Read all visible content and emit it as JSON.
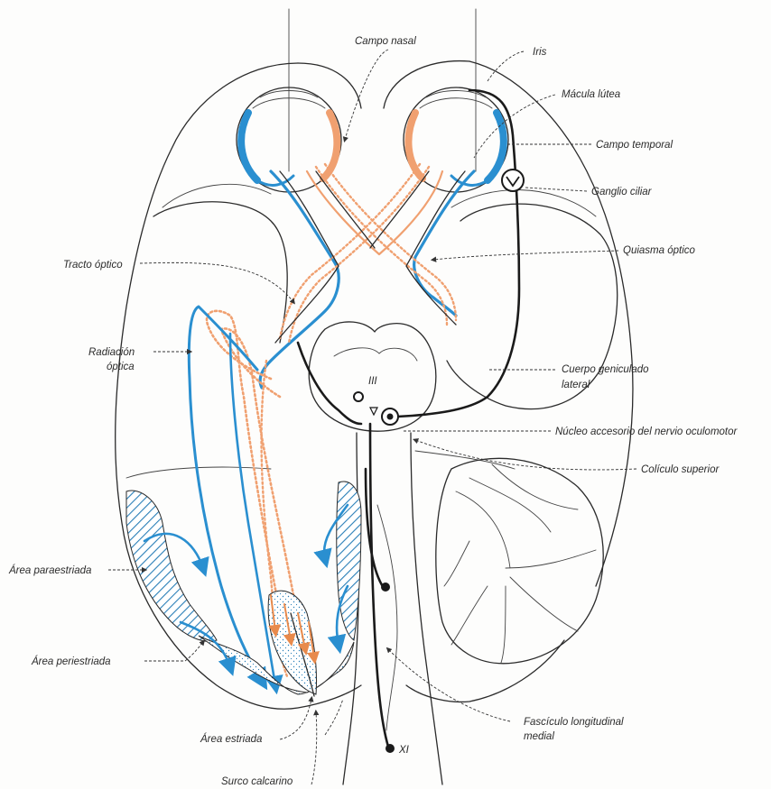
{
  "colors": {
    "blue_pathway": "#2a8fd0",
    "orange_pathway": "#f0a070",
    "outline": "#2b2b2b",
    "black_pathway": "#1a1a1a"
  },
  "labels": {
    "campo_nasal": "Campo nasal",
    "iris": "Iris",
    "macula_lutea": "Mácula lútea",
    "campo_temporal": "Campo temporal",
    "ganglio_ciliar": "Ganglio ciliar",
    "quiasma_optico": "Quiasma óptico",
    "tracto_optico": "Tracto óptico",
    "radiacion_optica_1": "Radiación",
    "radiacion_optica_2": "óptica",
    "cuerpo_geniculado_1": "Cuerpo geniculado",
    "cuerpo_geniculado_2": "lateral",
    "nucleo_accesorio": "Núcleo accesorio del nervio oculomotor",
    "coliculo_superior": "Colículo superior",
    "area_paraestriada": "Área paraestriada",
    "area_periestriada": "Área periestriada",
    "area_estriada": "Área estriada",
    "surco_calcarino": "Surco calcarino",
    "fasciculo_1": "Fascículo longitudinal",
    "fasciculo_2": "medial",
    "nerve_iii": "III",
    "nerve_xi": "XI"
  }
}
